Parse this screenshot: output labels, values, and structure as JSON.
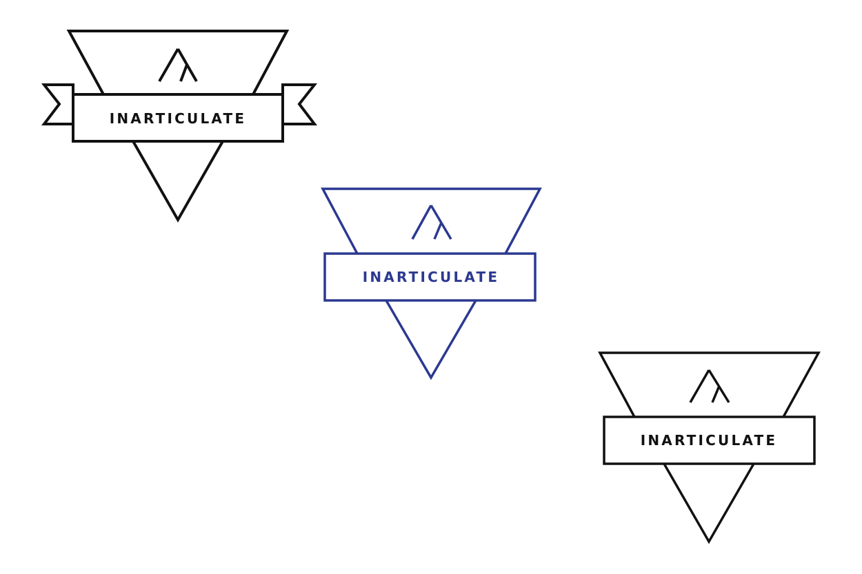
{
  "logos": [
    {
      "variant": "ribbon",
      "wordmark": "INARTICULATE",
      "color": "#111111",
      "icon": "lambda-peak-icon"
    },
    {
      "variant": "plain",
      "wordmark": "INARTICULATE",
      "color": "#2b3990",
      "icon": "lambda-peak-icon"
    },
    {
      "variant": "plain",
      "wordmark": "INARTICULATE",
      "color": "#111111",
      "icon": "lambda-peak-icon"
    }
  ]
}
